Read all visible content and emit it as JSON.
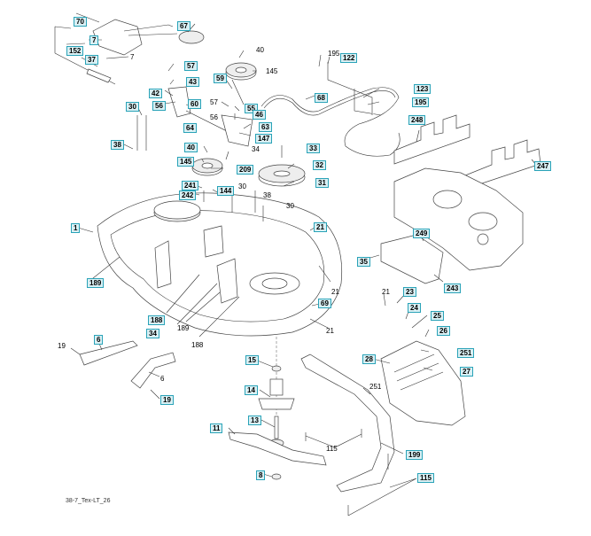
{
  "diagram": {
    "caption": "38-7_Tex-LT_26",
    "accent_color": "#2aa3b8",
    "labels": [
      {
        "id": "70",
        "boxed": true
      },
      {
        "id": "7",
        "boxed": true
      },
      {
        "id": "152",
        "boxed": true
      },
      {
        "id": "37",
        "boxed": true
      },
      {
        "id": "7",
        "boxed": false
      },
      {
        "id": "67",
        "boxed": true
      },
      {
        "id": "57",
        "boxed": true
      },
      {
        "id": "43",
        "boxed": true
      },
      {
        "id": "42",
        "boxed": true
      },
      {
        "id": "56",
        "boxed": true
      },
      {
        "id": "60",
        "boxed": true
      },
      {
        "id": "30",
        "boxed": true
      },
      {
        "id": "38",
        "boxed": true
      },
      {
        "id": "64",
        "boxed": true
      },
      {
        "id": "40",
        "boxed": false
      },
      {
        "id": "145",
        "boxed": false
      },
      {
        "id": "59",
        "boxed": true
      },
      {
        "id": "57",
        "boxed": false
      },
      {
        "id": "55",
        "boxed": true
      },
      {
        "id": "46",
        "boxed": true
      },
      {
        "id": "56",
        "boxed": false
      },
      {
        "id": "63",
        "boxed": true
      },
      {
        "id": "147",
        "boxed": true
      },
      {
        "id": "34",
        "boxed": false
      },
      {
        "id": "40",
        "boxed": true
      },
      {
        "id": "145",
        "boxed": true
      },
      {
        "id": "209",
        "boxed": true
      },
      {
        "id": "33",
        "boxed": true
      },
      {
        "id": "32",
        "boxed": true
      },
      {
        "id": "31",
        "boxed": true
      },
      {
        "id": "241",
        "boxed": true
      },
      {
        "id": "242",
        "boxed": true
      },
      {
        "id": "144",
        "boxed": true
      },
      {
        "id": "30",
        "boxed": false
      },
      {
        "id": "38",
        "boxed": false
      },
      {
        "id": "30",
        "boxed": false
      },
      {
        "id": "195",
        "boxed": false
      },
      {
        "id": "122",
        "boxed": true
      },
      {
        "id": "68",
        "boxed": true
      },
      {
        "id": "123",
        "boxed": true
      },
      {
        "id": "195",
        "boxed": true
      },
      {
        "id": "248",
        "boxed": true
      },
      {
        "id": "247",
        "boxed": true
      },
      {
        "id": "1",
        "boxed": true
      },
      {
        "id": "189",
        "boxed": true
      },
      {
        "id": "188",
        "boxed": true
      },
      {
        "id": "34",
        "boxed": true
      },
      {
        "id": "189",
        "boxed": false
      },
      {
        "id": "188",
        "boxed": false
      },
      {
        "id": "21",
        "boxed": true
      },
      {
        "id": "21",
        "boxed": false
      },
      {
        "id": "69",
        "boxed": true
      },
      {
        "id": "21",
        "boxed": false
      },
      {
        "id": "35",
        "boxed": true
      },
      {
        "id": "249",
        "boxed": true
      },
      {
        "id": "243",
        "boxed": true
      },
      {
        "id": "21",
        "boxed": false
      },
      {
        "id": "23",
        "boxed": true
      },
      {
        "id": "24",
        "boxed": true
      },
      {
        "id": "25",
        "boxed": true
      },
      {
        "id": "26",
        "boxed": true
      },
      {
        "id": "28",
        "boxed": true
      },
      {
        "id": "251",
        "boxed": true
      },
      {
        "id": "27",
        "boxed": true
      },
      {
        "id": "251",
        "boxed": false
      },
      {
        "id": "19",
        "boxed": false
      },
      {
        "id": "6",
        "boxed": true
      },
      {
        "id": "6",
        "boxed": false
      },
      {
        "id": "19",
        "boxed": true
      },
      {
        "id": "15",
        "boxed": true
      },
      {
        "id": "14",
        "boxed": true
      },
      {
        "id": "13",
        "boxed": true
      },
      {
        "id": "11",
        "boxed": true
      },
      {
        "id": "8",
        "boxed": true
      },
      {
        "id": "115",
        "boxed": false
      },
      {
        "id": "199",
        "boxed": true
      },
      {
        "id": "115",
        "boxed": true
      }
    ]
  }
}
